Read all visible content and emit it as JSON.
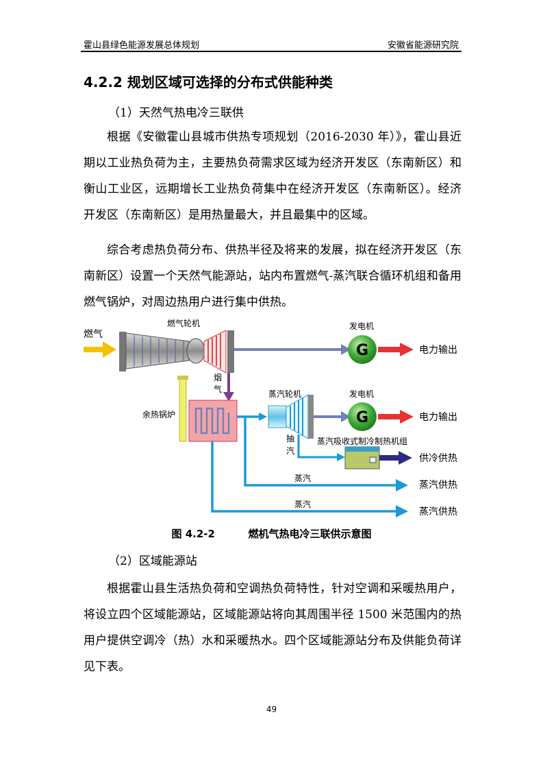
{
  "header": {
    "left": "霍山县绿色能源发展总体规划",
    "right": "安徽省能源研究院"
  },
  "section_title": "4.2.2 规划区域可选择的分布式供能种类",
  "item1": "（1）天然气热电冷三联供",
  "para1": "根据《安徽霍山县城市供热专项规划（2016-2030 年）》，霍山县近期以工业热负荷为主，主要热负荷需求区域为经济开发区（东南新区）和衡山工业区，远期增长工业热负荷集中在经济开发区（东南新区）。经济开发区（东南新区）是用热量最大，并且最集中的区域。",
  "para2": "综合考虑热负荷分布、供热半径及将来的发展，拟在经济开发区（东南新区）设置一个天然气能源站，站内布置燃气-蒸汽联合循环机组和备用燃气锅炉，对周边热用户进行集中供热。",
  "diagram": {
    "fuel_gas": "燃气",
    "gas_turbine": "燃气轮机",
    "generator1": "发电机",
    "generator2": "发电机",
    "g_symbol": "G",
    "power_out1": "电力输出",
    "power_out2": "电力输出",
    "flue_gas_1": "烟",
    "flue_gas_2": "气",
    "hrsg": "余热锅炉",
    "steam_turbine": "蒸汽轮机",
    "extraction_1": "抽",
    "extraction_2": "汽",
    "absorption_unit": "蒸汽吸收式制冷制热机组",
    "cooling_heating": "供冷供热",
    "steam1": "蒸汽",
    "steam2": "蒸汽",
    "steam_heating1": "蒸汽供热",
    "steam_heating2": "蒸汽供热",
    "colors": {
      "steam_blue": "#1a9ad6",
      "power_red": "#e53333",
      "fuel_yellow": "#f6c000",
      "flue_purple": "#7b3f8f",
      "shaft_blue": "#6e82b8",
      "boiler_pink": "#f3a4a8",
      "g_green": "#3aa635"
    }
  },
  "caption": {
    "number": "图 4.2-2",
    "title": "燃机气热电冷三联供示意图"
  },
  "item2": "（2）区域能源站",
  "para3": "根据霍山县生活热负荷和空调热负荷特性，针对空调和采暖热用户，将设立四个区域能源站，区域能源站将向其周围半径 1500 米范围内的热用户提供空调冷（热）水和采暖热水。四个区域能源站分布及供能负荷详见下表。",
  "page_number": "49"
}
